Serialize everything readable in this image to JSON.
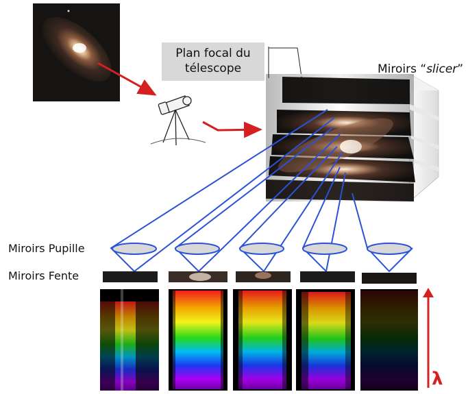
{
  "labels": {
    "focal_line1": "Plan focal du",
    "focal_line2": "télescope",
    "slicer_prefix": "Miroirs “",
    "slicer_italic": "slicer",
    "slicer_suffix": "”",
    "pupil": "Miroirs Pupille",
    "slit": "Miroirs Fente",
    "lambda": "λ"
  },
  "colors": {
    "arrow": "#d42020",
    "beam": "#2a52d8",
    "lambda": "#d42020"
  },
  "icons": {
    "galaxy": "galaxy-image",
    "telescope": "telescope-icon",
    "slicer": "image-slicer-stack",
    "spectra": "spectrum-panel"
  }
}
